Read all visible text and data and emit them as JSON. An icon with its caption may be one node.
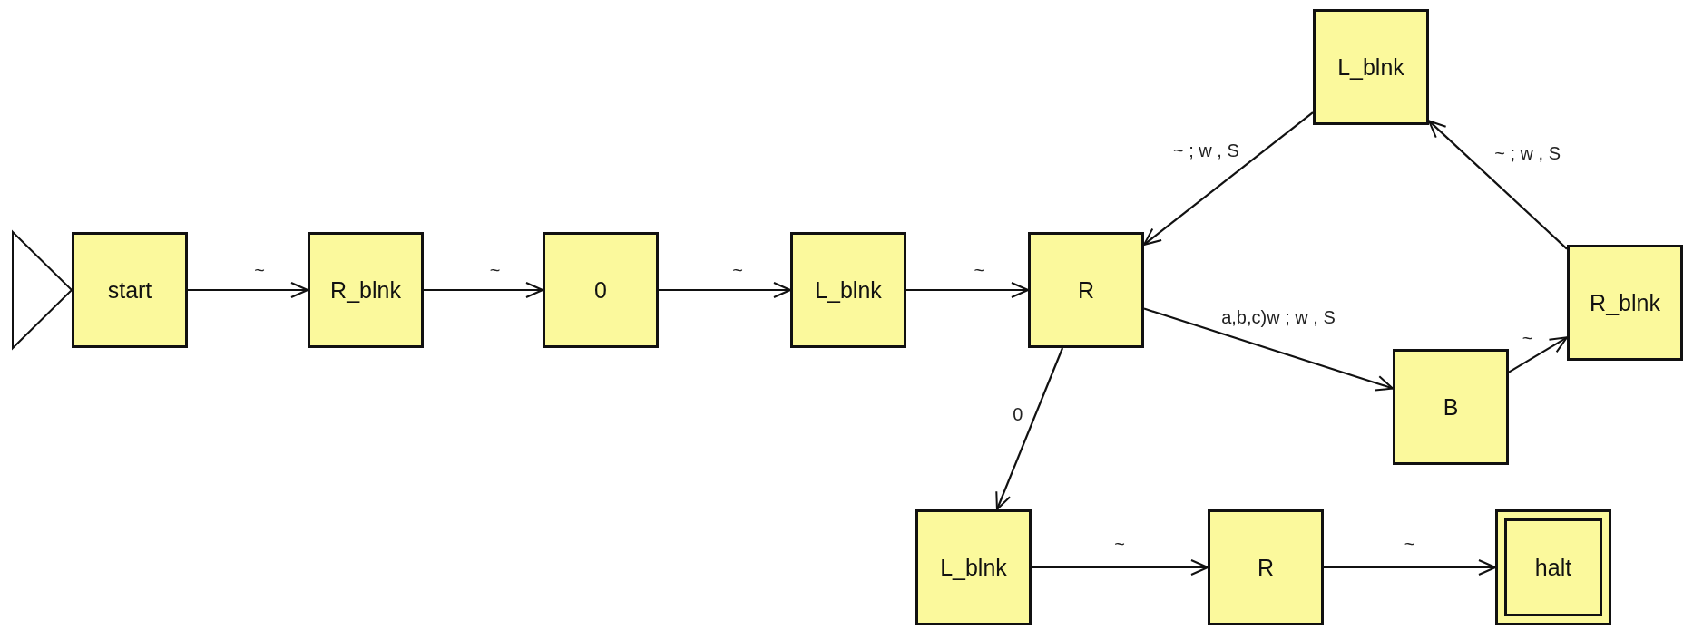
{
  "diagram": {
    "nodes": [
      {
        "text": [
          "start"
        ]
      },
      {
        "text": [
          "R_blnk"
        ]
      },
      {
        "text": [
          "0"
        ]
      },
      {
        "text": [
          "L_blnk"
        ]
      },
      {
        "text": [
          "R"
        ]
      },
      {
        "text": [
          "L_blnk"
        ]
      },
      {
        "text": [
          "R_blnk"
        ]
      },
      {
        "text": [
          "B"
        ]
      },
      {
        "text": [
          "L_blnk"
        ]
      },
      {
        "text": [
          "R"
        ]
      },
      {
        "text": [
          "halt"
        ]
      }
    ],
    "edges": [
      {
        "from": 0,
        "to": 1,
        "arrow": "to",
        "label": "~"
      },
      {
        "from": 1,
        "to": 2,
        "arrow": "to",
        "label": "~"
      },
      {
        "from": 2,
        "to": 3,
        "arrow": "to",
        "label": "~"
      },
      {
        "from": 3,
        "to": 4,
        "arrow": "to",
        "label": "~"
      },
      {
        "from": 4,
        "to": 7,
        "arrow": "to",
        "label": "a,b,c)w ; w , S"
      },
      {
        "from": 7,
        "to": 6,
        "arrow": "to",
        "label": "~"
      },
      {
        "from": 6,
        "to": 5,
        "arrow": "to",
        "label": "~ ; w , S"
      },
      {
        "from": 5,
        "to": 4,
        "arrow": "to",
        "label": "~ ; w , S"
      },
      {
        "from": 4,
        "to": 8,
        "arrow": "to",
        "label": "0"
      },
      {
        "from": 8,
        "to": 9,
        "arrow": "to",
        "label": "~"
      },
      {
        "from": 9,
        "to": 10,
        "arrow": "to",
        "label": "~"
      }
    ]
  }
}
